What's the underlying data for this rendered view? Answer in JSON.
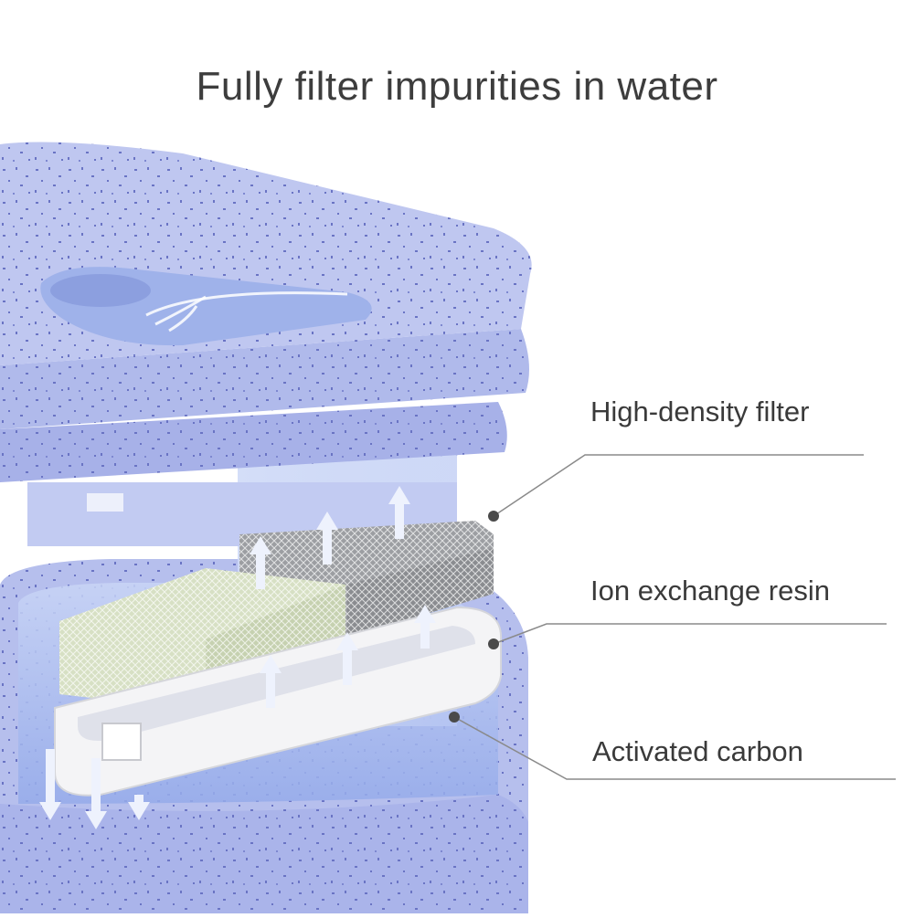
{
  "headline": "Fully filter impurities in water",
  "callouts": [
    {
      "id": "high-density-filter",
      "label": "High-density filter"
    },
    {
      "id": "ion-exchange-resin",
      "label": "Ion exchange resin"
    },
    {
      "id": "activated-carbon",
      "label": "Activated carbon"
    }
  ],
  "colors": {
    "body_lavender": "#b6bfed",
    "body_shadow": "#9aa6e3",
    "speckle": "#6a74c4",
    "water_blue": "#9fb6ee",
    "tray_white": "#f4f4f6",
    "filter_green": "#d7e0c4",
    "filter_gray": "#9c9ea2",
    "leader_line": "#8a8a8a",
    "text": "#3d3d3d"
  },
  "icons": [
    "up-arrow-icon",
    "down-arrow-icon",
    "callout-dot-icon"
  ]
}
